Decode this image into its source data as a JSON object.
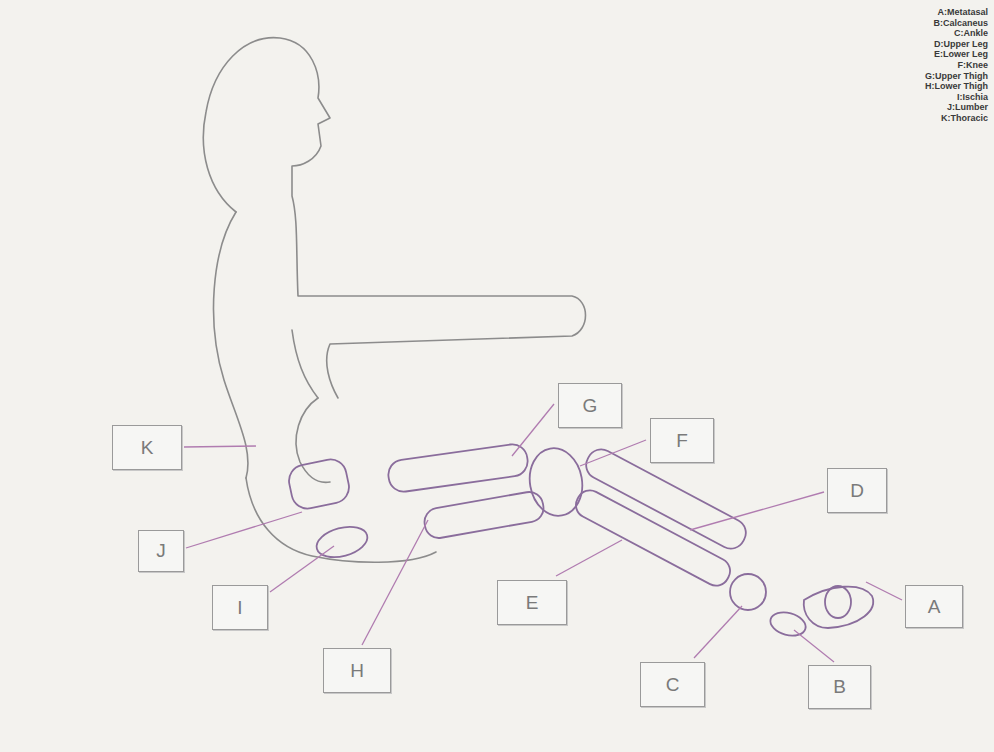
{
  "diagram": {
    "nodes": [
      {
        "text": [
          "G"
        ]
      },
      {
        "text": [
          "F"
        ]
      },
      {
        "text": [
          "K"
        ]
      },
      {
        "text": [
          "D"
        ]
      },
      {
        "text": [
          "J"
        ]
      },
      {
        "text": [
          "I"
        ]
      },
      {
        "text": [
          "E"
        ]
      },
      {
        "text": [
          "A"
        ]
      },
      {
        "text": [
          "H"
        ]
      },
      {
        "text": [
          "C"
        ]
      },
      {
        "text": [
          "B"
        ]
      }
    ],
    "labels": [
      "A:Metatasal",
      "B:Calcaneus",
      "C:Ankle",
      "D:Upper Leg",
      "E:Lower Leg",
      "F:Knee",
      "G:Upper Thigh",
      "H:Lower Thigh",
      "I:Ischia",
      "J:Lumber",
      "K:Thoracic"
    ]
  }
}
